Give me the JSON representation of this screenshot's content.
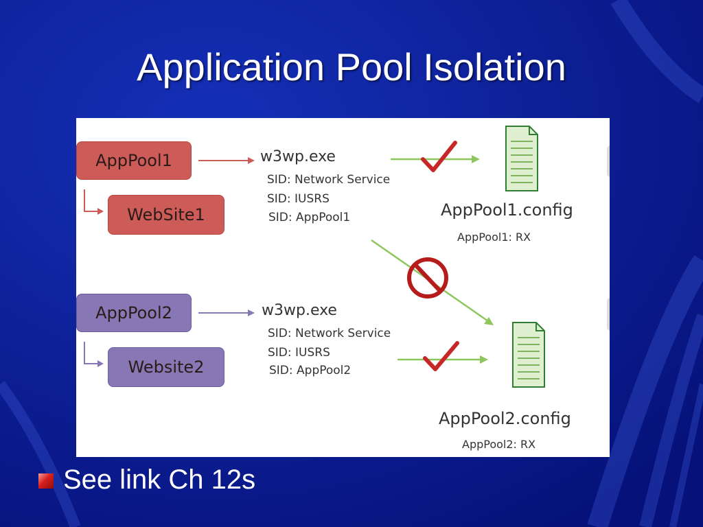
{
  "slide": {
    "title": "Application Pool Isolation",
    "bullet": "See link Ch 12s"
  },
  "diagram": {
    "pool1": {
      "name": "AppPool1",
      "site": "WebSite1",
      "process": "w3wp.exe",
      "sids": [
        "SID: Network Service",
        "SID: IUSRS",
        "SID: AppPool1"
      ],
      "config": "AppPool1.config",
      "permission": "AppPool1: RX"
    },
    "pool2": {
      "name": "AppPool2",
      "site": "Website2",
      "process": "w3wp.exe",
      "sids": [
        "SID: Network Service",
        "SID: IUSRS",
        "SID: AppPool2"
      ],
      "config": "AppPool2.config",
      "permission": "AppPool2: RX"
    },
    "colors": {
      "pool1": "#cd5c58",
      "pool2": "#8778b5",
      "allowed": "#c62828",
      "denied": "#b71c1c",
      "arrow": "#8cc65c",
      "file": "#2e7d32"
    },
    "icons": [
      "checkmark-icon",
      "prohibited-icon",
      "document-icon"
    ]
  }
}
